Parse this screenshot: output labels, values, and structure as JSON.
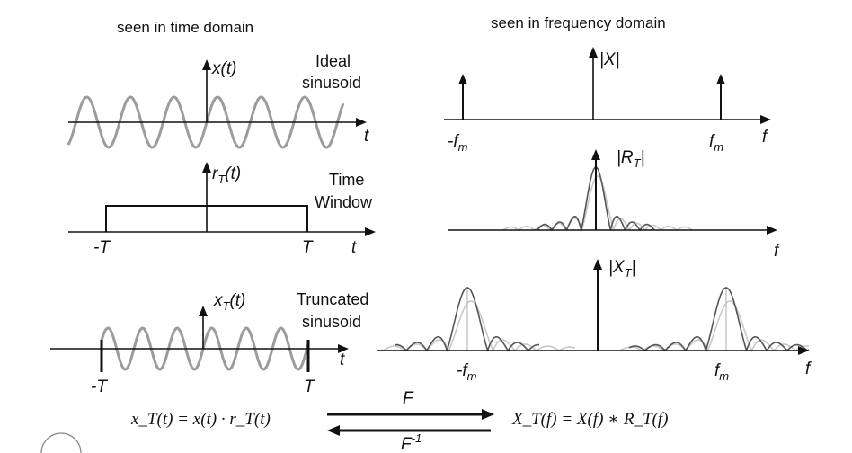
{
  "headers": {
    "time": "seen in time domain",
    "freq": "seen in frequency domain"
  },
  "time_domain": {
    "ideal": {
      "signal": "x(t)",
      "caption_line1": "Ideal",
      "caption_line2": "sinusoid",
      "axis": "t"
    },
    "window": {
      "signal_main": "r",
      "signal_sub": "T",
      "signal_tail": "(t)",
      "caption_line1": "Time",
      "caption_line2": "Window",
      "neg": "-T",
      "pos": "T",
      "axis": "t"
    },
    "truncated": {
      "signal_main": "x",
      "signal_sub": "T",
      "signal_tail": "(t)",
      "caption_line1": "Truncated",
      "caption_line2": "sinusoid",
      "neg": "-T",
      "pos": "T",
      "axis": "t"
    }
  },
  "freq_domain": {
    "ideal": {
      "label": "|X|",
      "neg_main": "-f",
      "neg_sub": "m",
      "pos_main": "f",
      "pos_sub": "m",
      "axis": "f"
    },
    "window": {
      "label_main": "|R",
      "label_sub": "T",
      "label_tail": "|",
      "axis": "f"
    },
    "truncated": {
      "label_main": "|X",
      "label_sub": "T",
      "label_tail": "|",
      "neg_main": "-f",
      "neg_sub": "m",
      "pos_main": "f",
      "pos_sub": "m",
      "axis": "f"
    }
  },
  "equations": {
    "time_eq": "x_T(t) = x(t) · r_T(t)",
    "freq_eq": "X_T(f) = X(f) ∗ R_T(f)",
    "forward": "F",
    "inverse_main": "F",
    "inverse_sup": "-1"
  }
}
